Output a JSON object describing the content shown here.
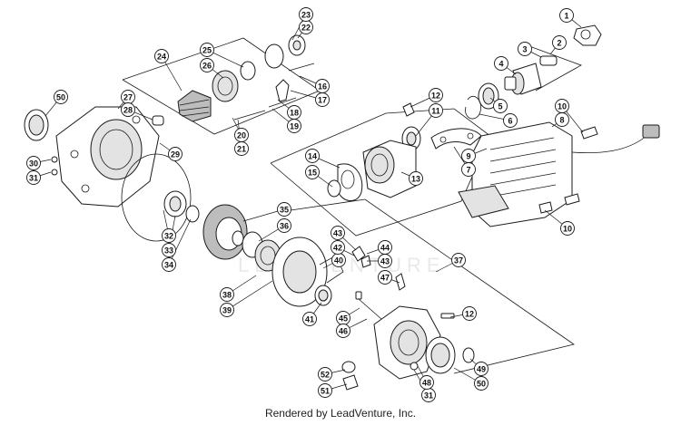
{
  "credit": "Rendered by LeadVenture, Inc.",
  "watermark": "LEADVENTURE",
  "callouts": [
    {
      "label": "1"
    },
    {
      "label": "2"
    },
    {
      "label": "3"
    },
    {
      "label": "4"
    },
    {
      "label": "5"
    },
    {
      "label": "6"
    },
    {
      "label": "7"
    },
    {
      "label": "8"
    },
    {
      "label": "9"
    },
    {
      "label": "10"
    },
    {
      "label": "10"
    },
    {
      "label": "11"
    },
    {
      "label": "12"
    },
    {
      "label": "12"
    },
    {
      "label": "13"
    },
    {
      "label": "14"
    },
    {
      "label": "15"
    },
    {
      "label": "16"
    },
    {
      "label": "17"
    },
    {
      "label": "18"
    },
    {
      "label": "19"
    },
    {
      "label": "20"
    },
    {
      "label": "21"
    },
    {
      "label": "22"
    },
    {
      "label": "23"
    },
    {
      "label": "24"
    },
    {
      "label": "25"
    },
    {
      "label": "26"
    },
    {
      "label": "27"
    },
    {
      "label": "28"
    },
    {
      "label": "29"
    },
    {
      "label": "30"
    },
    {
      "label": "31"
    },
    {
      "label": "31"
    },
    {
      "label": "32"
    },
    {
      "label": "33"
    },
    {
      "label": "34"
    },
    {
      "label": "35"
    },
    {
      "label": "36"
    },
    {
      "label": "37"
    },
    {
      "label": "38"
    },
    {
      "label": "39"
    },
    {
      "label": "40"
    },
    {
      "label": "41"
    },
    {
      "label": "42"
    },
    {
      "label": "43"
    },
    {
      "label": "43"
    },
    {
      "label": "44"
    },
    {
      "label": "45"
    },
    {
      "label": "46"
    },
    {
      "label": "47"
    },
    {
      "label": "48"
    },
    {
      "label": "49"
    },
    {
      "label": "50"
    },
    {
      "label": "50"
    },
    {
      "label": "51"
    },
    {
      "label": "52"
    }
  ]
}
